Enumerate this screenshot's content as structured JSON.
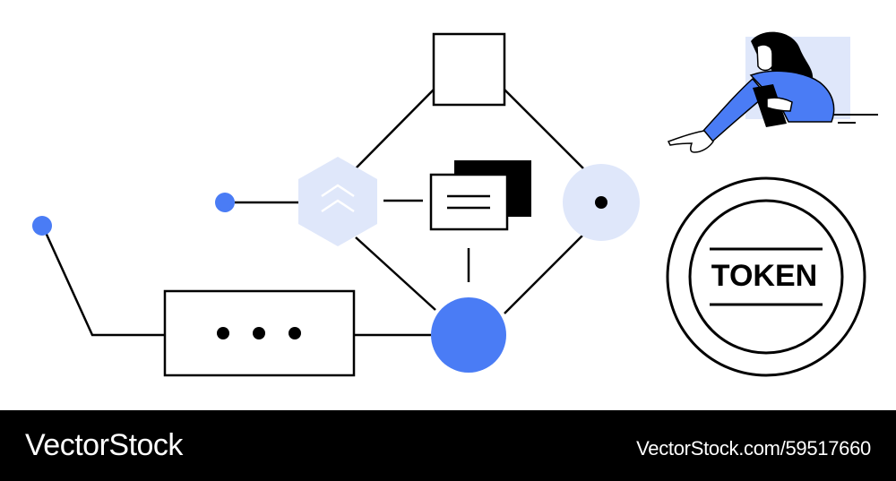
{
  "colors": {
    "accent": "#4a7cf5",
    "accent_light": "#dfe7fa",
    "stroke": "#000000",
    "footer_bg": "#000000",
    "footer_text": "#ffffff"
  },
  "illustration": {
    "token_label": "TOKEN",
    "icons": [
      "square-node-icon",
      "hexagon-chevron-icon",
      "document-stack-icon",
      "target-circle-icon",
      "blue-circle-node-icon",
      "ellipsis-box-icon",
      "coin-token-icon",
      "woman-pointing-figure"
    ]
  },
  "footer": {
    "brand": "VectorStock",
    "image_ref": "VectorStock.com/59517660"
  }
}
